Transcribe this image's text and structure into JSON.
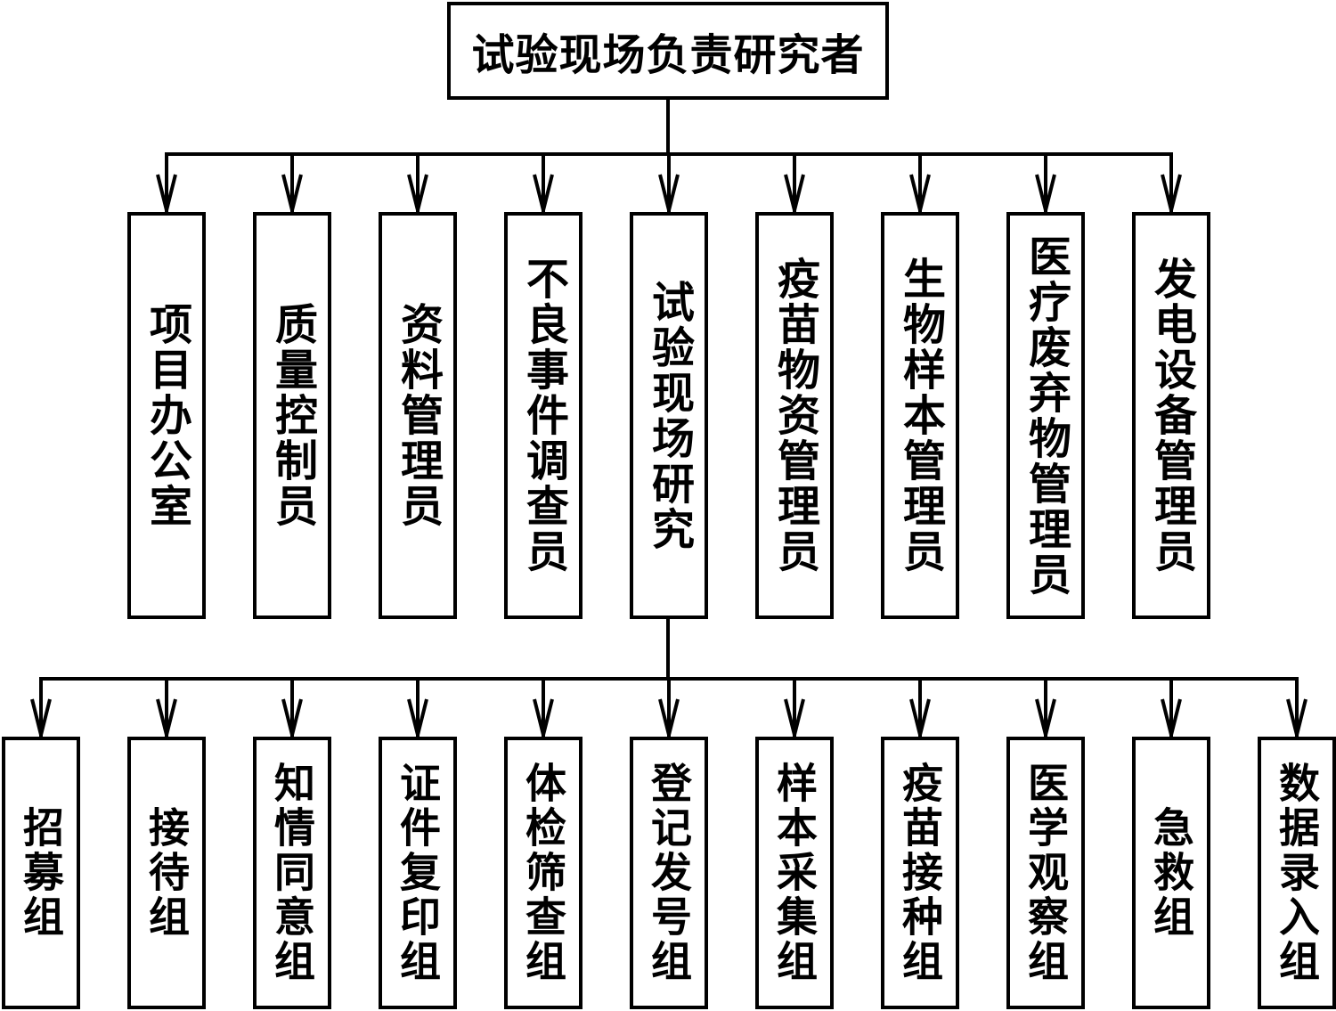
{
  "diagram": {
    "root": {
      "label": "试验现场负责研究者"
    },
    "middle": [
      {
        "label": "项目办公室"
      },
      {
        "label": "质量控制员"
      },
      {
        "label": "资料管理员"
      },
      {
        "label": "不良事件调查员"
      },
      {
        "label": "试验现场研究"
      },
      {
        "label": "疫苗物资管理员"
      },
      {
        "label": "生物样本管理员"
      },
      {
        "label": "医疗废弃物管理员"
      },
      {
        "label": "发电设备管理员"
      }
    ],
    "bottom": [
      {
        "label": "招募组"
      },
      {
        "label": "接待组"
      },
      {
        "label": "知情同意组"
      },
      {
        "label": "证件复印组"
      },
      {
        "label": "体检筛查组"
      },
      {
        "label": "登记发号组"
      },
      {
        "label": "样本采集组"
      },
      {
        "label": "疫苗接种组"
      },
      {
        "label": "医学观察组"
      },
      {
        "label": "急救组"
      },
      {
        "label": "数据录入组"
      }
    ],
    "colors": {
      "stroke": "#000000",
      "background": "#ffffff"
    }
  }
}
